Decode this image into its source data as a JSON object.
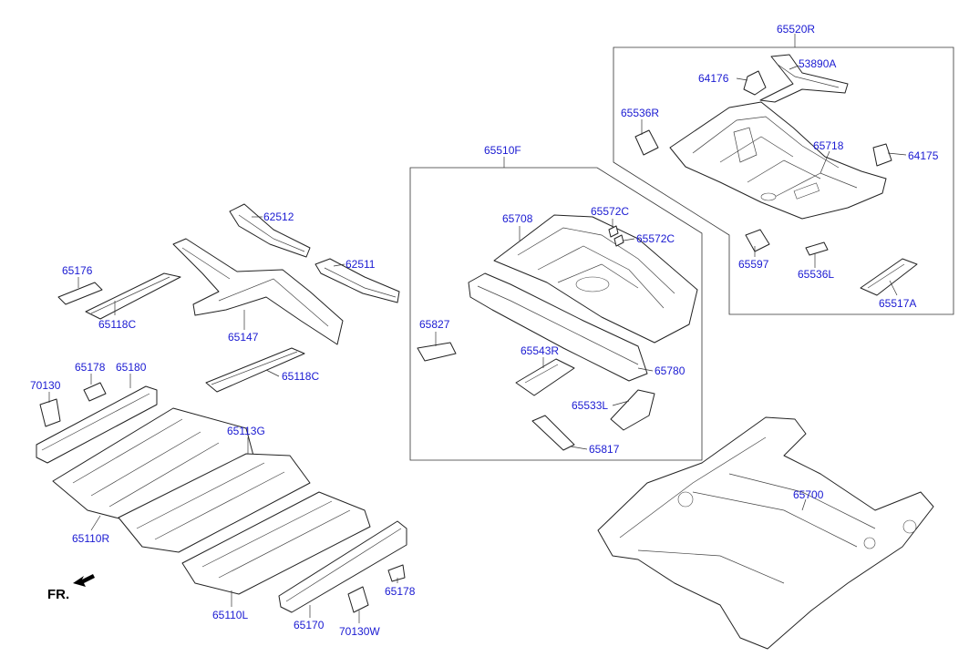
{
  "diagram": {
    "labels": {
      "p65520R": "65520R",
      "p53890A": "53890A",
      "p64176": "64176",
      "p65536R": "65536R",
      "p65718": "65718",
      "p64175": "64175",
      "p65597": "65597",
      "p65536L": "65536L",
      "p65517A": "65517A",
      "p65510F": "65510F",
      "p65708": "65708",
      "p65572C_a": "65572C",
      "p65572C_b": "65572C",
      "p65827": "65827",
      "p65543R": "65543R",
      "p65780": "65780",
      "p65533L": "65533L",
      "p65817": "65817",
      "p62512": "62512",
      "p62511": "62511",
      "p65176": "65176",
      "p65118C_a": "65118C",
      "p65147": "65147",
      "p65118C_b": "65118C",
      "p70130": "70130",
      "p65178_a": "65178",
      "p65180": "65180",
      "p65113G": "65113G",
      "p65110R": "65110R",
      "p65700": "65700",
      "p65110L": "65110L",
      "p65170": "65170",
      "p70130W": "70130W",
      "p65178_b": "65178"
    },
    "direction": "FR."
  }
}
